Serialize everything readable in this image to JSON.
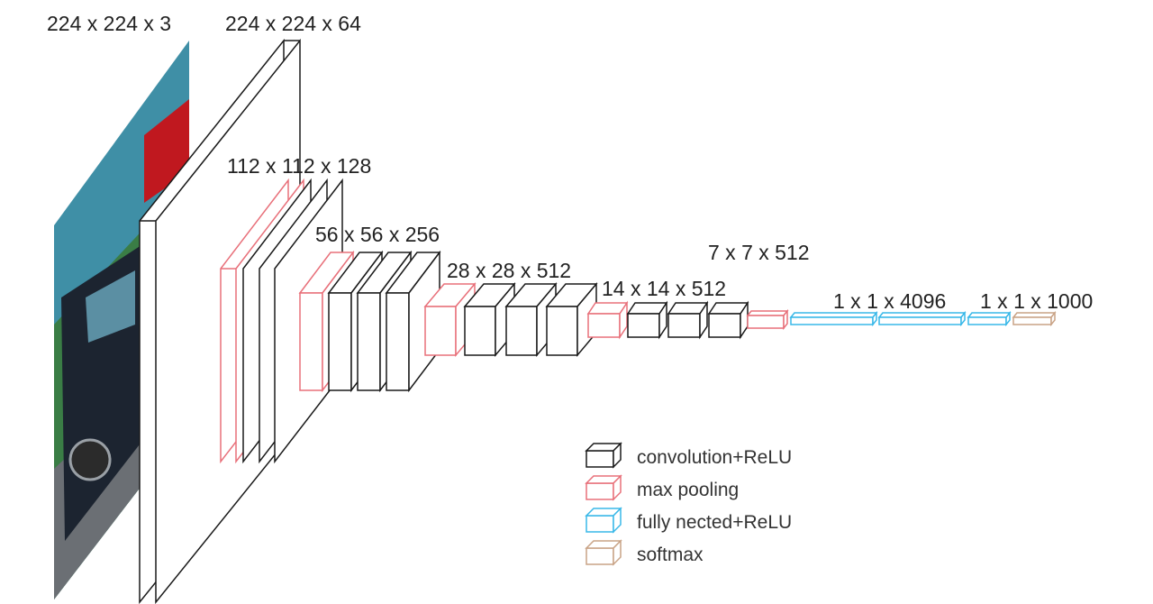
{
  "colors": {
    "conv": "#1a1a1a",
    "pool": "#e8707a",
    "fc": "#39b8e8",
    "softmax": "#c9a386",
    "image_sky": "#3f8fa6",
    "image_ground": "#3a7d45",
    "image_car": "#1c2430"
  },
  "labels": {
    "input": "224 x 224 x 3",
    "conv1": "224 x 224 x 64",
    "conv2": "112 x 112 x 128",
    "conv3": "56 x 56 x 256",
    "conv4": "28 x 28 x 512",
    "conv5": "14 x 14 x 512",
    "pool5": "7 x 7 x 512",
    "fc": "1 x 1 x 4096",
    "out": "1 x 1 x 1000"
  },
  "legend": {
    "conv": "convolution+ReLU",
    "pool": "max pooling",
    "fc": "fully nected+ReLU",
    "softmax": "softmax"
  }
}
